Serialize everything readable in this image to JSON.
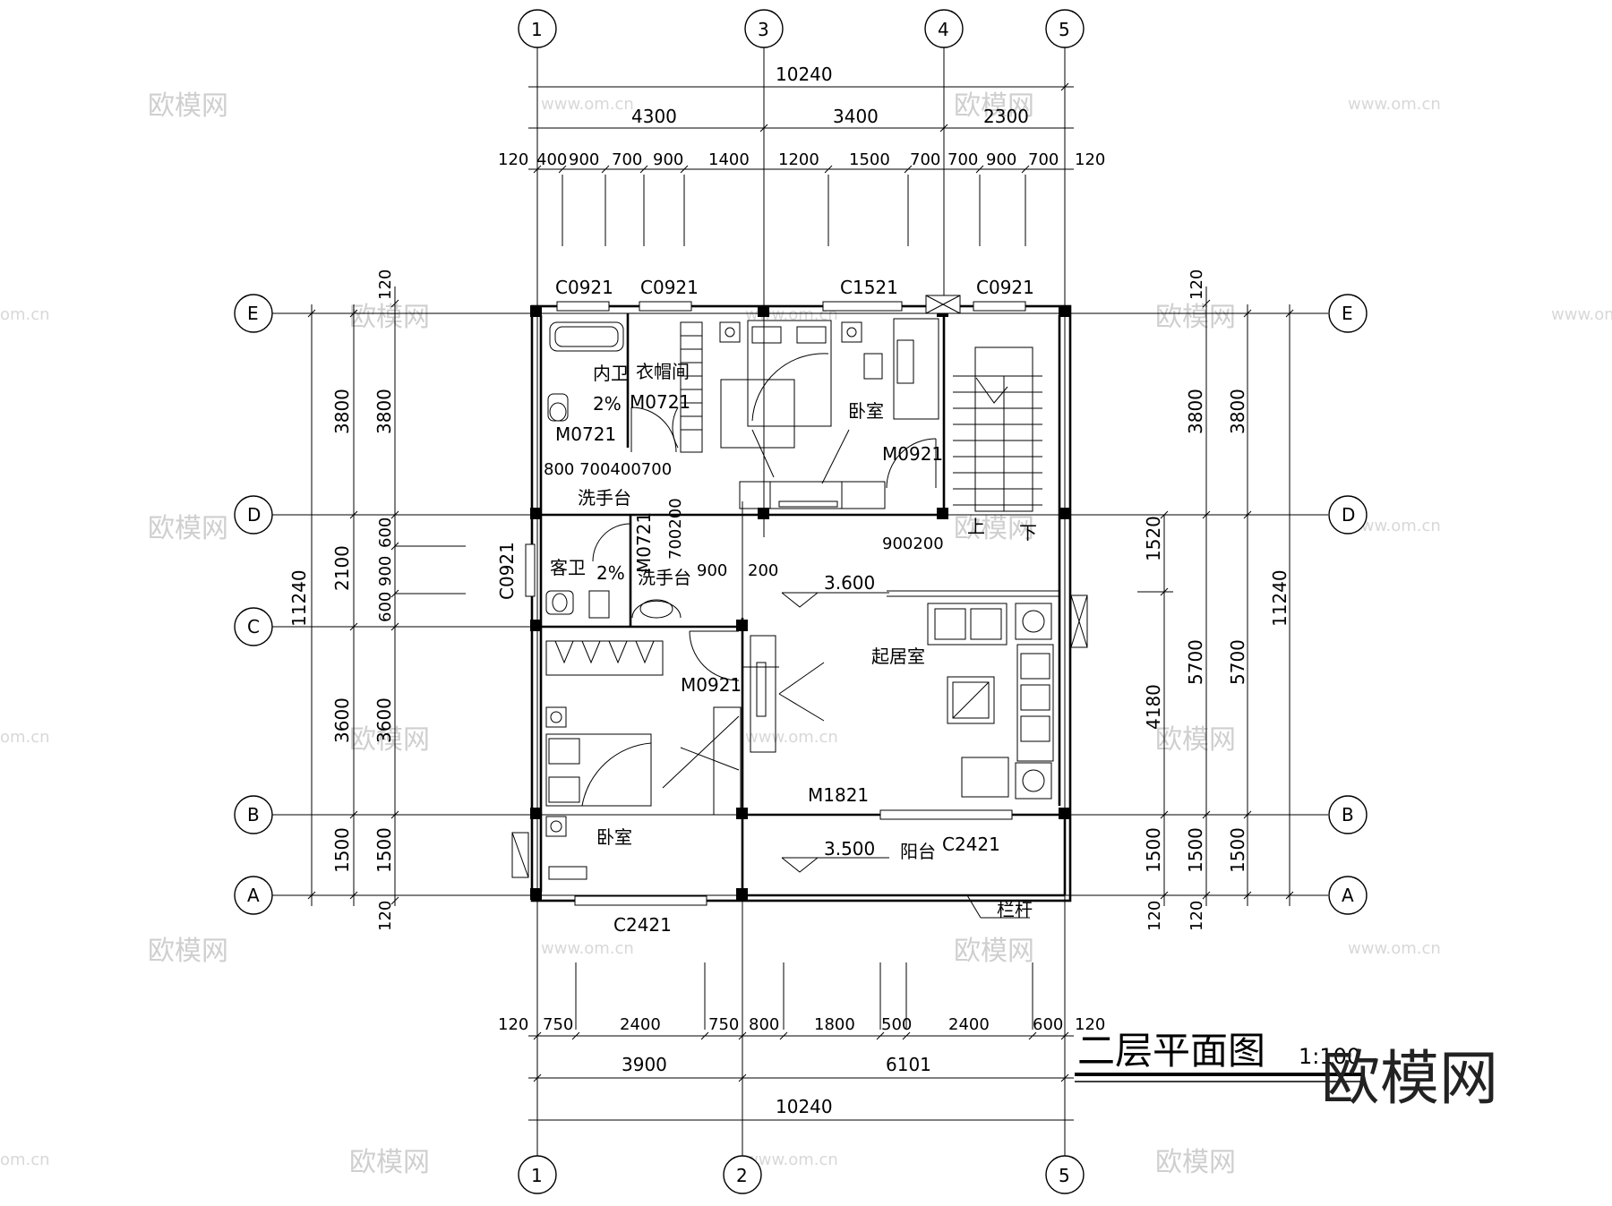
{
  "title": "二层平面图",
  "scale": "1:100",
  "watermark": "欧模网",
  "watermark_url": "www.om.cn",
  "watermark_cut": "om.cn",
  "axes_top": [
    "1",
    "3",
    "4",
    "5"
  ],
  "axes_bottom": [
    "1",
    "2",
    "5"
  ],
  "axes_rows": [
    "E",
    "D",
    "C",
    "B",
    "A"
  ],
  "dims": {
    "top_total": "10240",
    "top_mid": [
      "4300",
      "3400",
      "2300"
    ],
    "top_detail": [
      "120",
      "400",
      "900",
      "700",
      "900",
      "1400",
      "1200",
      "1500",
      "700",
      "700",
      "900",
      "700",
      "120"
    ],
    "bottom_detail": [
      "120",
      "750",
      "2400",
      "750",
      "800",
      "1800",
      "500",
      "2400",
      "600",
      "120"
    ],
    "bottom_mid": [
      "3900",
      "6101"
    ],
    "bottom_total": "10240",
    "left_total": "11240",
    "left_mid": [
      "3800",
      "2100",
      "3600",
      "1500"
    ],
    "left_inner": [
      "120",
      "3800",
      "600",
      "900",
      "600",
      "3600",
      "1500",
      "120"
    ],
    "right_total": "11240",
    "right_mid": [
      "3800",
      "5700",
      "1500"
    ],
    "right_inner": [
      "120",
      "3800",
      "5700",
      "1500",
      "120"
    ],
    "right_detail": [
      "1520",
      "4180",
      "1500",
      "120"
    ]
  },
  "labels": {
    "win_c0921_a": "C0921",
    "win_c0921_b": "C0921",
    "win_c1521": "C1521",
    "win_c0921_c": "C0921",
    "win_c0921_left": "C0921",
    "win_c2421_bottom": "C2421",
    "win_c2421_balcony": "C2421",
    "door_m0721_a": "M0721",
    "door_m0721_b": "M0721",
    "door_m0721_c": "M0721",
    "door_m0921_a": "M0921",
    "door_m0921_b": "M0921",
    "door_m1821": "M1821",
    "room_inner_bath": "内卫",
    "room_closet": "衣帽间",
    "room_bedroom_top": "卧室",
    "room_guest_bath": "客卫",
    "room_living": "起居室",
    "room_bedroom_bottom": "卧室",
    "room_balcony": "阳台",
    "basin_top": "洗手台",
    "basin_mid": "洗手台",
    "slope_a": "2%",
    "slope_b": "2%",
    "level_a": "3.600",
    "level_b": "3.500",
    "railing": "栏杆",
    "stair_up": "上",
    "stair_down": "下",
    "sub_dims_bath": "800 700400700",
    "sub_dims_door": "900200",
    "sub_dims_corr_a": "900",
    "sub_dims_corr_b": "200",
    "sub_dims_vert": "700200"
  }
}
